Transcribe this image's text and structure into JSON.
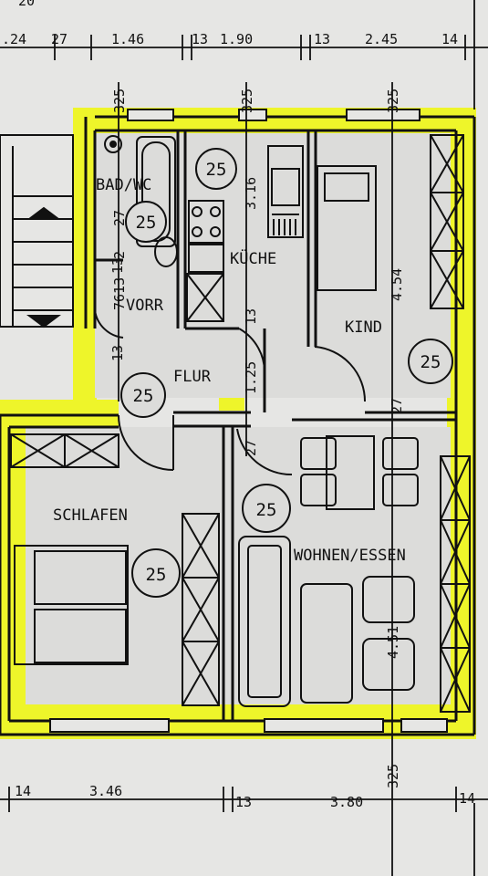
{
  "colors": {
    "paper": "#e6e6e4",
    "highlight": "#eef52a",
    "line": "#111111",
    "interior": "#dcdcda"
  },
  "rooms": {
    "bad": "BAD/WC",
    "kueche": "KÜCHE",
    "kind": "KIND",
    "vorr": "VORR",
    "flur": "FLUR",
    "schlafen": "SCHLAFEN",
    "wohnen": "WOHNEN/ESSEN"
  },
  "badges": {
    "bad": "25",
    "kueche": "25",
    "kind": "25",
    "flur": "25",
    "schlafen": "25",
    "wohnen": "25"
  },
  "top_dims": {
    "d1": ".24",
    "d2": "27",
    "d3": "1.46",
    "d4": "13",
    "d5": "1.90",
    "d6": "13",
    "d7": "2.45",
    "d8": "14",
    "d9": "20"
  },
  "bottom_dims": {
    "d1": "14",
    "d2": "3.46",
    "d3": "13",
    "d4": "3.80",
    "d5": "14"
  },
  "vertical_dims": {
    "v325a": "325",
    "v325b": "325",
    "v325c": "325",
    "v325d": "325",
    "v316": "3.16",
    "v454": "4.54",
    "v451": "4.51",
    "v125": "1.25",
    "v13a": "13",
    "v13b": "13",
    "v27a": "27",
    "v27b": "27",
    "v27c": "27",
    "v7613": "7613",
    "v2": "2",
    "v13c": "13"
  }
}
